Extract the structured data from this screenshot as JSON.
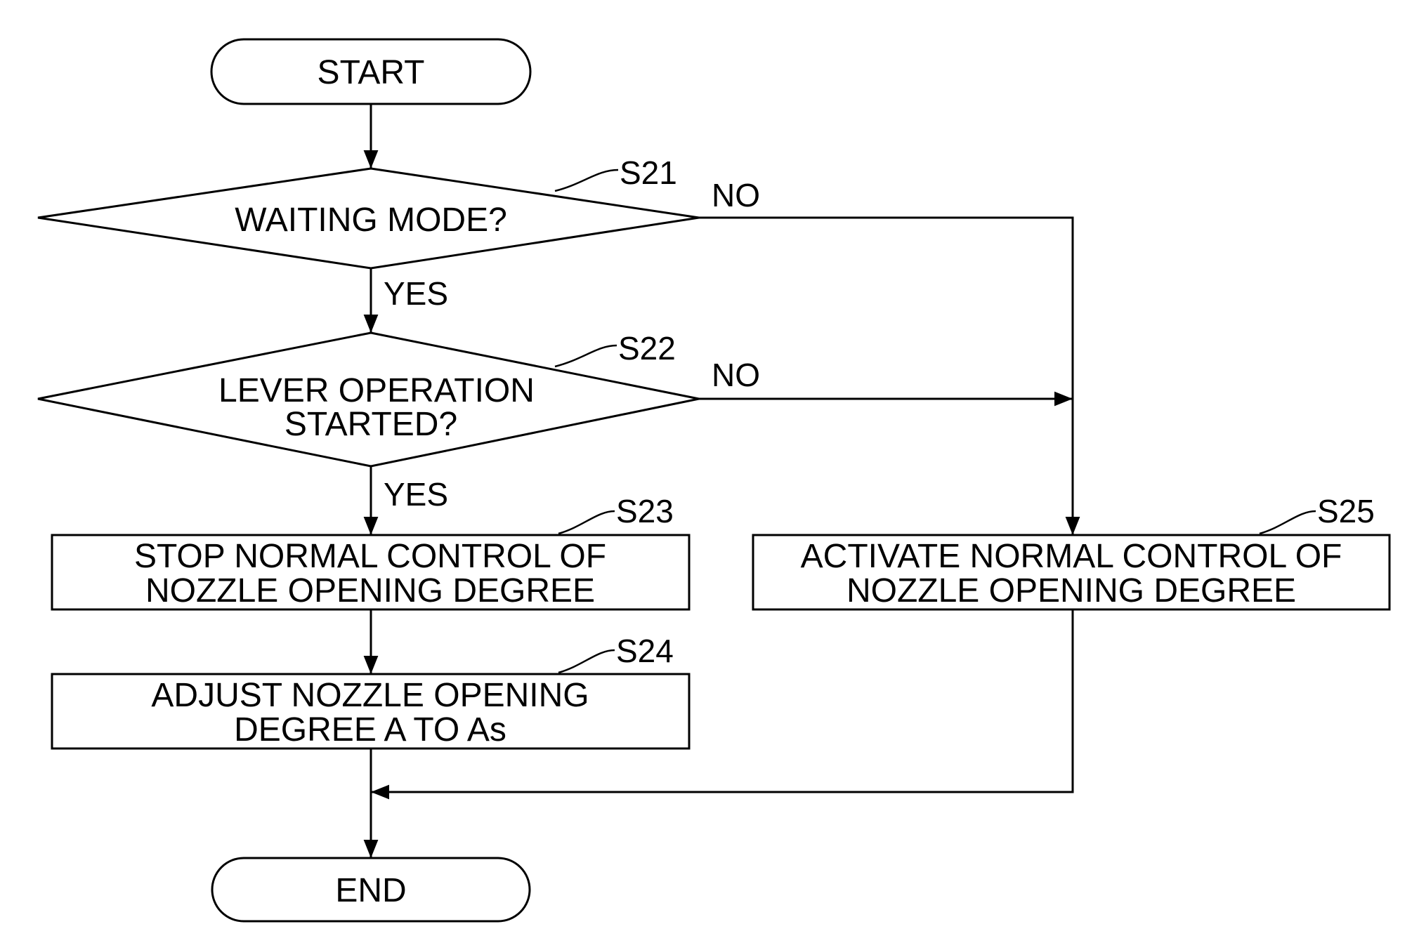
{
  "flowchart": {
    "start": "START",
    "end": "END",
    "s21": {
      "step": "S21",
      "question": "WAITING MODE?",
      "yes": "YES",
      "no": "NO"
    },
    "s22": {
      "step": "S22",
      "line1": "LEVER OPERATION",
      "line2": "STARTED?",
      "yes": "YES",
      "no": "NO"
    },
    "s23": {
      "step": "S23",
      "line1": "STOP NORMAL CONTROL OF",
      "line2": "NOZZLE OPENING DEGREE"
    },
    "s24": {
      "step": "S24",
      "line1": "ADJUST NOZZLE OPENING",
      "line2": "DEGREE A TO As"
    },
    "s25": {
      "step": "S25",
      "line1": "ACTIVATE NORMAL CONTROL OF",
      "line2": "NOZZLE OPENING DEGREE"
    }
  },
  "colors": {
    "stroke": "#000000",
    "background": "#ffffff"
  }
}
